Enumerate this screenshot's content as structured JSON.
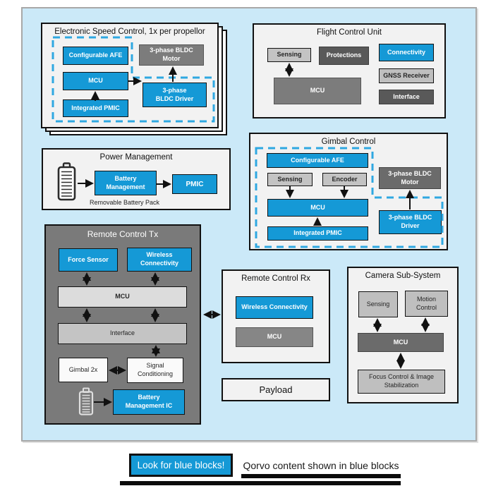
{
  "esc": {
    "title": "Electronic Speed Control, 1x per propellor",
    "afe": "Configurable AFE",
    "mcu": "MCU",
    "pmic": "Integrated PMIC",
    "motor": "3-phase BLDC Motor",
    "driver": "3-phase BLDC Driver"
  },
  "fcu": {
    "title": "Flight Control Unit",
    "sensing": "Sensing",
    "protections": "Protections",
    "connectivity": "Connectivity",
    "mcu": "MCU",
    "gnss": "GNSS Receiver",
    "interface": "Interface"
  },
  "gimbal": {
    "title": "Gimbal Control",
    "afe": "Configurable AFE",
    "sensing": "Sensing",
    "encoder": "Encoder",
    "mcu": "MCU",
    "pmic": "Integrated PMIC",
    "motor": "3-phase BLDC Motor",
    "driver": "3-phase BLDC Driver"
  },
  "power": {
    "title": "Power Management",
    "battery_management": "Battery Management",
    "pmic": "PMIC",
    "caption": "Removable Battery Pack"
  },
  "tx": {
    "title": "Remote Control Tx",
    "force_sensor": "Force Sensor",
    "wireless": "Wireless Connectivity",
    "mcu": "MCU",
    "interface": "Interface",
    "gimbal2x": "Gimbal 2x",
    "signal": "Signal Conditioning",
    "bmic": "Battery Management IC"
  },
  "rx": {
    "title": "Remote Control Rx",
    "wireless": "Wireless Connectivity",
    "mcu": "MCU"
  },
  "camera": {
    "title": "Camera Sub-System",
    "sensing": "Sensing",
    "motion": "Motion Control",
    "mcu": "MCU",
    "focus": "Focus Control & Image Stabilization"
  },
  "payload": {
    "title": "Payload"
  },
  "legend": {
    "button_label": "Look for blue blocks!",
    "note": "Qorvo content shown in blue blocks"
  },
  "colors": {
    "qorvo_blue": "#1599d6",
    "canvas_blue": "#cbe9f8",
    "dashed_blue": "#2fa8e1",
    "dark_gray": "#595959",
    "panel_gray": "#7a7a7a"
  }
}
